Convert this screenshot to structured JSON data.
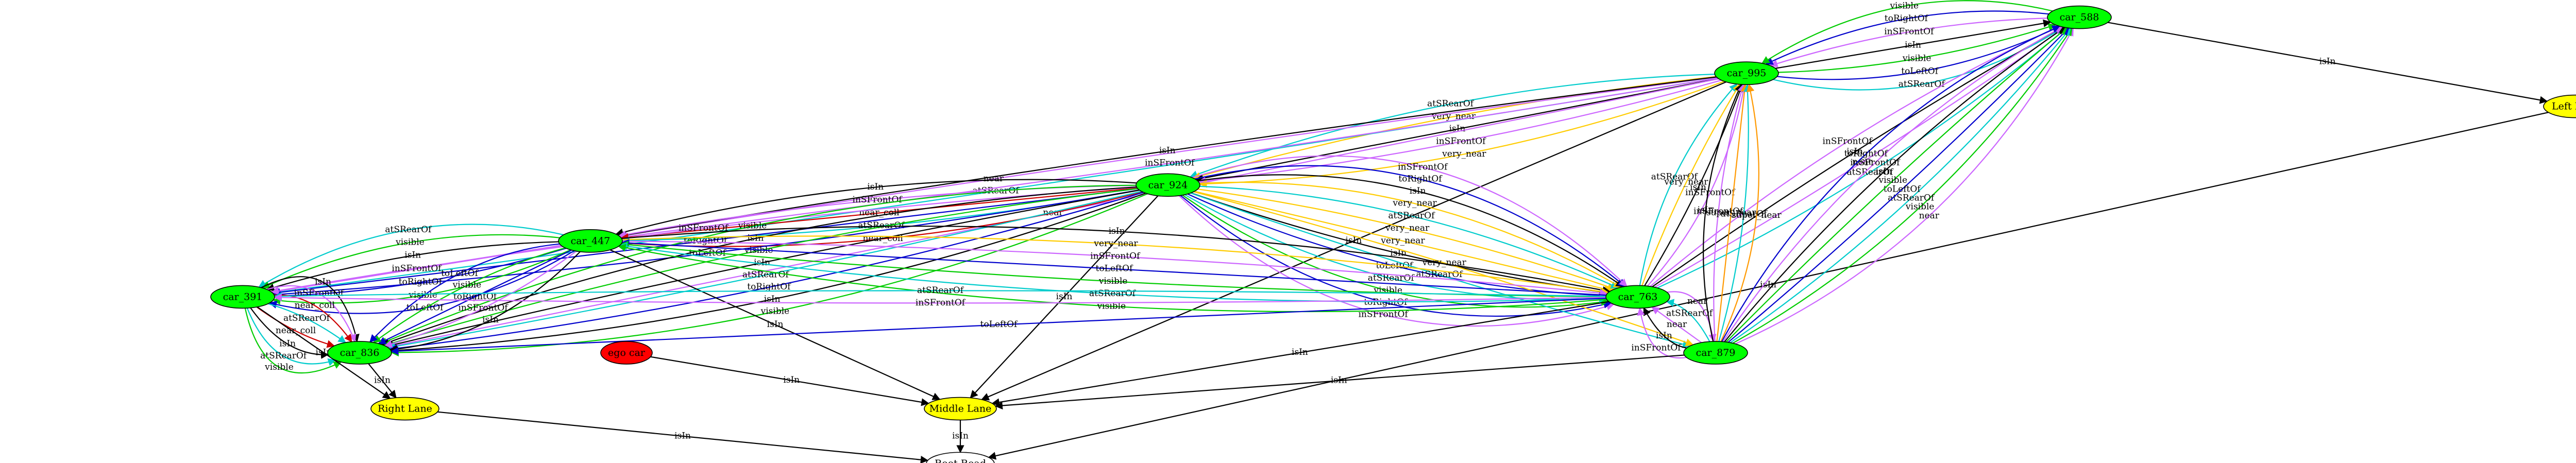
{
  "graph": {
    "nodes": [
      {
        "id": "car_588",
        "label": "car_588",
        "color": "#00ff00"
      },
      {
        "id": "car_995",
        "label": "car_995",
        "color": "#00ff00"
      },
      {
        "id": "car_924",
        "label": "car_924",
        "color": "#00ff00"
      },
      {
        "id": "car_447",
        "label": "car_447",
        "color": "#00ff00"
      },
      {
        "id": "car_391",
        "label": "car_391",
        "color": "#00ff00"
      },
      {
        "id": "car_836",
        "label": "car_836",
        "color": "#00ff00"
      },
      {
        "id": "car_763",
        "label": "car_763",
        "color": "#00ff00"
      },
      {
        "id": "car_879",
        "label": "car_879",
        "color": "#00ff00"
      },
      {
        "id": "ego_car",
        "label": "ego car",
        "color": "#ff0000"
      },
      {
        "id": "left_lane",
        "label": "Left Lane",
        "color": "#ffff00"
      },
      {
        "id": "middle_lane",
        "label": "Middle Lane",
        "color": "#ffff00"
      },
      {
        "id": "right_lane",
        "label": "Right Lane",
        "color": "#ffff00"
      },
      {
        "id": "root_road",
        "label": "Root Road",
        "color": "#ffffff"
      }
    ],
    "edges": [
      {
        "from": "car_995",
        "to": "car_588",
        "label": "atSRearOf",
        "color": "#00cccc"
      },
      {
        "from": "car_995",
        "to": "car_588",
        "label": "toLeftOf",
        "color": "#0000cc"
      },
      {
        "from": "car_995",
        "to": "car_588",
        "label": "visible",
        "color": "#00cc00"
      },
      {
        "from": "car_995",
        "to": "car_588",
        "label": "isIn",
        "color": "#000000"
      },
      {
        "from": "car_588",
        "to": "car_995",
        "label": "inSFrontOf",
        "color": "#cc66ff"
      },
      {
        "from": "car_588",
        "to": "car_995",
        "label": "toRightOf",
        "color": "#0000cc"
      },
      {
        "from": "car_588",
        "to": "car_995",
        "label": "visible",
        "color": "#00cc00"
      },
      {
        "from": "car_588",
        "to": "left_lane",
        "label": "isIn",
        "color": "#000000"
      },
      {
        "from": "left_lane",
        "to": "root_road",
        "label": "isIn",
        "color": "#000000"
      },
      {
        "from": "car_995",
        "to": "car_924",
        "label": "atSRearOf",
        "color": "#00cccc"
      },
      {
        "from": "car_995",
        "to": "car_924",
        "label": "very_near",
        "color": "#ffcc00"
      },
      {
        "from": "car_995",
        "to": "car_924",
        "label": "isIn",
        "color": "#000000"
      },
      {
        "from": "car_995",
        "to": "car_924",
        "label": "inSFrontOf",
        "color": "#cc66ff"
      },
      {
        "from": "car_995",
        "to": "car_924",
        "label": "very_near",
        "color": "#ffcc00"
      },
      {
        "from": "car_995",
        "to": "car_391",
        "label": "near",
        "color": "#cc66ff"
      },
      {
        "from": "car_995",
        "to": "car_391",
        "label": "atSRearOf",
        "color": "#00cccc"
      },
      {
        "from": "car_995",
        "to": "car_836",
        "label": "near",
        "color": "#cc66ff"
      },
      {
        "from": "car_995",
        "to": "car_447",
        "label": "isIn",
        "color": "#000000"
      },
      {
        "from": "car_995",
        "to": "car_447",
        "label": "inSFrontOf",
        "color": "#cc66ff"
      },
      {
        "from": "car_995",
        "to": "middle_lane",
        "label": "isIn",
        "color": "#000000"
      },
      {
        "from": "car_924",
        "to": "car_447",
        "label": "isIn",
        "color": "#000000"
      },
      {
        "from": "car_924",
        "to": "car_447",
        "label": "inSFrontOf",
        "color": "#cc66ff"
      },
      {
        "from": "car_924",
        "to": "car_447",
        "label": "near_coll",
        "color": "#cc0000"
      },
      {
        "from": "car_924",
        "to": "car_447",
        "label": "atSRearOf",
        "color": "#00cccc"
      },
      {
        "from": "car_924",
        "to": "car_447",
        "label": "near_coll",
        "color": "#cc0000"
      },
      {
        "from": "car_924",
        "to": "car_391",
        "label": "inSFrontOf",
        "color": "#cc66ff"
      },
      {
        "from": "car_924",
        "to": "car_391",
        "label": "toRightOf",
        "color": "#0000cc"
      },
      {
        "from": "car_924",
        "to": "car_391",
        "label": "toLeftOf",
        "color": "#0000cc"
      },
      {
        "from": "car_924",
        "to": "car_836",
        "label": "visible",
        "color": "#00cc00"
      },
      {
        "from": "car_924",
        "to": "car_836",
        "label": "isIn",
        "color": "#000000"
      },
      {
        "from": "car_924",
        "to": "car_836",
        "label": "visible",
        "color": "#00cc00"
      },
      {
        "from": "car_924",
        "to": "car_836",
        "label": "isIn",
        "color": "#000000"
      },
      {
        "from": "car_924",
        "to": "car_836",
        "label": "atSRearOf",
        "color": "#00cccc"
      },
      {
        "from": "car_924",
        "to": "car_836",
        "label": "toRightOf",
        "color": "#0000cc"
      },
      {
        "from": "car_924",
        "to": "car_836",
        "label": "isIn",
        "color": "#000000"
      },
      {
        "from": "car_924",
        "to": "car_836",
        "label": "visible",
        "color": "#00cc00"
      },
      {
        "from": "car_924",
        "to": "car_763",
        "label": "inSFrontOf",
        "color": "#cc66ff"
      },
      {
        "from": "car_924",
        "to": "car_763",
        "label": "toRightOf",
        "color": "#0000cc"
      },
      {
        "from": "car_924",
        "to": "car_763",
        "label": "visible",
        "color": "#00cc00"
      },
      {
        "from": "car_924",
        "to": "car_763",
        "label": "atSRearOf",
        "color": "#00cccc"
      },
      {
        "from": "car_924",
        "to": "car_763",
        "label": "toLeftOf",
        "color": "#0000cc"
      },
      {
        "from": "car_924",
        "to": "car_763",
        "label": "isIn",
        "color": "#000000"
      },
      {
        "from": "car_924",
        "to": "car_763",
        "label": "very_near",
        "color": "#ffcc00"
      },
      {
        "from": "car_924",
        "to": "car_763",
        "label": "very_near",
        "color": "#ffcc00"
      },
      {
        "from": "car_924",
        "to": "car_763",
        "label": "atSRearOf",
        "color": "#00cccc"
      },
      {
        "from": "car_924",
        "to": "car_763",
        "label": "very_near",
        "color": "#ffcc00"
      },
      {
        "from": "car_924",
        "to": "car_763",
        "label": "isIn",
        "color": "#000000"
      },
      {
        "from": "car_924",
        "to": "car_763",
        "label": "toRightOf",
        "color": "#0000cc"
      },
      {
        "from": "car_924",
        "to": "car_763",
        "label": "inSFrontOf",
        "color": "#cc66ff"
      },
      {
        "from": "car_924",
        "to": "car_879",
        "label": "atSRearOf",
        "color": "#00cccc"
      },
      {
        "from": "car_924",
        "to": "car_879",
        "label": "very_near",
        "color": "#ffcc00"
      },
      {
        "from": "car_924",
        "to": "middle_lane",
        "label": "isIn",
        "color": "#000000"
      },
      {
        "from": "car_447",
        "to": "car_391",
        "label": "atSRearOf",
        "color": "#00cccc"
      },
      {
        "from": "car_447",
        "to": "car_391",
        "label": "visible",
        "color": "#00cc00"
      },
      {
        "from": "car_447",
        "to": "car_391",
        "label": "isIn",
        "color": "#000000"
      },
      {
        "from": "car_447",
        "to": "car_391",
        "label": "inSFrontOf",
        "color": "#cc66ff"
      },
      {
        "from": "car_447",
        "to": "car_391",
        "label": "toRightOf",
        "color": "#0000cc"
      },
      {
        "from": "car_447",
        "to": "car_391",
        "label": "visible",
        "color": "#00cc00"
      },
      {
        "from": "car_447",
        "to": "car_391",
        "label": "toLeftOf",
        "color": "#0000cc"
      },
      {
        "from": "car_447",
        "to": "car_836",
        "label": "isIn",
        "color": "#000000"
      },
      {
        "from": "car_447",
        "to": "car_836",
        "label": "inSFrontOf",
        "color": "#cc66ff"
      },
      {
        "from": "car_447",
        "to": "car_836",
        "label": "toRightOf",
        "color": "#0000cc"
      },
      {
        "from": "car_447",
        "to": "car_836",
        "label": "visible",
        "color": "#00cc00"
      },
      {
        "from": "car_447",
        "to": "car_836",
        "label": "toLeftOf",
        "color": "#0000cc"
      },
      {
        "from": "car_447",
        "to": "car_763",
        "label": "isIn",
        "color": "#000000"
      },
      {
        "from": "car_447",
        "to": "car_763",
        "label": "very_near",
        "color": "#ffcc00"
      },
      {
        "from": "car_447",
        "to": "car_763",
        "label": "inSFrontOf",
        "color": "#cc66ff"
      },
      {
        "from": "car_447",
        "to": "middle_lane",
        "label": "isIn",
        "color": "#000000"
      },
      {
        "from": "car_391",
        "to": "car_836",
        "label": "isIn",
        "color": "#000000"
      },
      {
        "from": "car_391",
        "to": "car_836",
        "label": "inSFrontOf",
        "color": "#cc66ff"
      },
      {
        "from": "car_391",
        "to": "car_836",
        "label": "near_coll",
        "color": "#cc0000"
      },
      {
        "from": "car_391",
        "to": "car_836",
        "label": "atSRearOf",
        "color": "#00cccc"
      },
      {
        "from": "car_391",
        "to": "car_836",
        "label": "near_coll",
        "color": "#cc0000"
      },
      {
        "from": "car_391",
        "to": "car_836",
        "label": "isIn",
        "color": "#000000"
      },
      {
        "from": "car_391",
        "to": "car_836",
        "label": "atSRearOf",
        "color": "#00cccc"
      },
      {
        "from": "car_391",
        "to": "car_836",
        "label": "visible",
        "color": "#00cc00"
      },
      {
        "from": "car_391",
        "to": "right_lane",
        "label": "isIn",
        "color": "#000000"
      },
      {
        "from": "car_836",
        "to": "right_lane",
        "label": "isIn",
        "color": "#000000"
      },
      {
        "from": "right_lane",
        "to": "root_road",
        "label": "isIn",
        "color": "#000000"
      },
      {
        "from": "car_763",
        "to": "car_447",
        "label": "toLeftOf",
        "color": "#0000cc"
      },
      {
        "from": "car_763",
        "to": "car_447",
        "label": "visible",
        "color": "#00cc00"
      },
      {
        "from": "car_763",
        "to": "car_447",
        "label": "atSRearOf",
        "color": "#00cccc"
      },
      {
        "from": "car_763",
        "to": "car_447",
        "label": "visible",
        "color": "#00cc00"
      },
      {
        "from": "car_763",
        "to": "car_391",
        "label": "atSRearOf",
        "color": "#00cccc"
      },
      {
        "from": "car_763",
        "to": "car_391",
        "label": "inSFrontOf",
        "color": "#cc66ff"
      },
      {
        "from": "car_763",
        "to": "car_836",
        "label": "toLeftOf",
        "color": "#0000cc"
      },
      {
        "from": "car_763",
        "to": "car_995",
        "label": "atSRearOf",
        "color": "#00cccc"
      },
      {
        "from": "car_763",
        "to": "car_995",
        "label": "very_near",
        "color": "#ffcc00"
      },
      {
        "from": "car_763",
        "to": "car_995",
        "label": "isIn",
        "color": "#000000"
      },
      {
        "from": "car_763",
        "to": "car_995",
        "label": "inSFrontOf",
        "color": "#cc66ff"
      },
      {
        "from": "car_763",
        "to": "car_588",
        "label": "atSRearOf",
        "color": "#00cccc"
      },
      {
        "from": "car_763",
        "to": "car_588",
        "label": "near",
        "color": "#cc66ff"
      },
      {
        "from": "car_763",
        "to": "car_588",
        "label": "isIn",
        "color": "#000000"
      },
      {
        "from": "car_763",
        "to": "car_588",
        "label": "inSFrontOf",
        "color": "#cc66ff"
      },
      {
        "from": "car_763",
        "to": "car_879",
        "label": "near",
        "color": "#cc66ff"
      },
      {
        "from": "car_763",
        "to": "middle_lane",
        "label": "isIn",
        "color": "#000000"
      },
      {
        "from": "car_879",
        "to": "car_763",
        "label": "atSRearOf",
        "color": "#00cccc"
      },
      {
        "from": "car_879",
        "to": "car_763",
        "label": "near",
        "color": "#cc66ff"
      },
      {
        "from": "car_879",
        "to": "car_763",
        "label": "isIn",
        "color": "#000000"
      },
      {
        "from": "car_879",
        "to": "car_763",
        "label": "inSFrontOf",
        "color": "#cc66ff"
      },
      {
        "from": "car_879",
        "to": "car_995",
        "label": "isIn",
        "color": "#000000"
      },
      {
        "from": "car_879",
        "to": "car_995",
        "label": "inSFrontOf",
        "color": "#cc66ff"
      },
      {
        "from": "car_879",
        "to": "car_995",
        "label": "super_near",
        "color": "#ff9900"
      },
      {
        "from": "car_879",
        "to": "car_995",
        "label": "atSRearOf",
        "color": "#00cccc"
      },
      {
        "from": "car_879",
        "to": "car_995",
        "label": "super_near",
        "color": "#ff9900"
      },
      {
        "from": "car_879",
        "to": "car_588",
        "label": "near",
        "color": "#cc66ff"
      },
      {
        "from": "car_879",
        "to": "car_588",
        "label": "visible",
        "color": "#00cc00"
      },
      {
        "from": "car_879",
        "to": "car_588",
        "label": "atSRearOf",
        "color": "#00cccc"
      },
      {
        "from": "car_879",
        "to": "car_588",
        "label": "toLeftOf",
        "color": "#0000cc"
      },
      {
        "from": "car_879",
        "to": "car_588",
        "label": "visible",
        "color": "#00cc00"
      },
      {
        "from": "car_879",
        "to": "car_588",
        "label": "isIn",
        "color": "#000000"
      },
      {
        "from": "car_879",
        "to": "car_588",
        "label": "inSFrontOf",
        "color": "#cc66ff"
      },
      {
        "from": "car_879",
        "to": "car_588",
        "label": "toRightOf",
        "color": "#0000cc"
      },
      {
        "from": "car_879",
        "to": "middle_lane",
        "label": "isIn",
        "color": "#000000"
      },
      {
        "from": "ego_car",
        "to": "middle_lane",
        "label": "isIn",
        "color": "#000000"
      },
      {
        "from": "middle_lane",
        "to": "root_road",
        "label": "isIn",
        "color": "#000000"
      }
    ]
  }
}
